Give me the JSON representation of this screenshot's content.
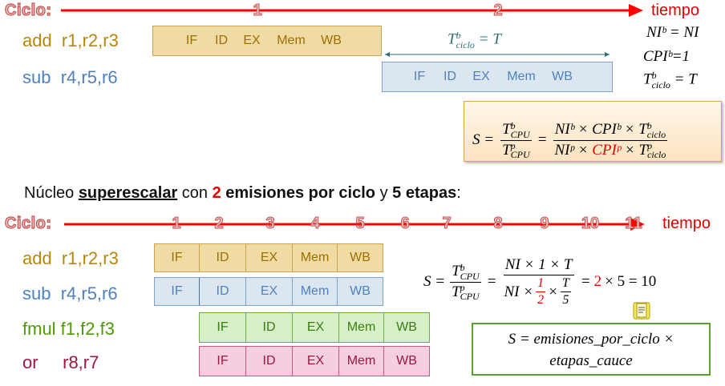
{
  "top_timeline": {
    "label": "Ciclo:",
    "ticks": [
      "1",
      "2"
    ],
    "axis_label": "tiempo"
  },
  "scalar": {
    "instr_add": "add  r1,r2,r3",
    "instr_sub": "sub  r4,r5,r6",
    "stages_add": [
      "IF",
      "ID",
      "EX",
      "Mem",
      "WB"
    ],
    "stages_sub": [
      "IF",
      "ID",
      "EX",
      "Mem",
      "WB"
    ],
    "cycle_note": "T",
    "cycle_note_sub": "ciclo",
    "cycle_note_sup": "b",
    "cycle_note_rhs": "= T",
    "base_ni": "NIᵇ = NI",
    "base_cpi": "CPIᵇ=1",
    "base_t": "T",
    "base_t_rhs": "= T"
  },
  "formula_box": {
    "s": "S =",
    "num1": "T",
    "den1": "T",
    "cpu_sub": "CPU",
    "b": "b",
    "p": "p",
    "eq": "=",
    "num2": "NIᵇ × CPIᵇ × T",
    "den2_a": "NIᵖ × ",
    "den2_red": "CPIᵖ",
    "den2_b": " × T",
    "ciclo_sub": "ciclo"
  },
  "heading": {
    "pre": "Núcleo ",
    "term": "superescalar",
    "mid1": " con ",
    "num": "2",
    "mid2": " emisiones por ciclo",
    "mid3": " y ",
    "stages": "5 etapas",
    "end": ":"
  },
  "bottom_timeline": {
    "label": "Ciclo:",
    "ticks": [
      "1",
      "2",
      "3",
      "4",
      "5",
      "6",
      "7",
      "8",
      "9",
      "10",
      "11"
    ],
    "axis_label": "tiempo"
  },
  "superscalar": {
    "instr_add": "add  r1,r2,r3",
    "instr_sub": "sub  r4,r5,r6",
    "instr_fmul": "fmul f1,f2,f3",
    "instr_or": "or     r8,r7",
    "stages": [
      "IF",
      "ID",
      "EX",
      "Mem",
      "WB"
    ]
  },
  "speedup": {
    "lhs": "S =",
    "frac1_num": "T",
    "frac1_den": "T",
    "eq1": "=",
    "frac2_num": "NI × 1 × T",
    "frac2_den_a": "NI ×",
    "half_num": "1",
    "half_den": "2",
    "frac2_den_b": "×",
    "t5_num": "T",
    "t5_den": "5",
    "eq2": "=",
    "two": "2",
    "tail": "× 5 = 10"
  },
  "green_box": {
    "line1": "S = emisiones_por_ciclo ×",
    "line2": "etapas_cauce"
  },
  "colors": {
    "arrow": "#ff0000",
    "add": "#f0dba5",
    "sub": "#dbe6f1",
    "fmul": "#d7efc7",
    "or": "#f4cfe0",
    "formula_bg": "#fdebd0",
    "green_border": "#5aa02c"
  },
  "icons": [
    "note-icon"
  ]
}
